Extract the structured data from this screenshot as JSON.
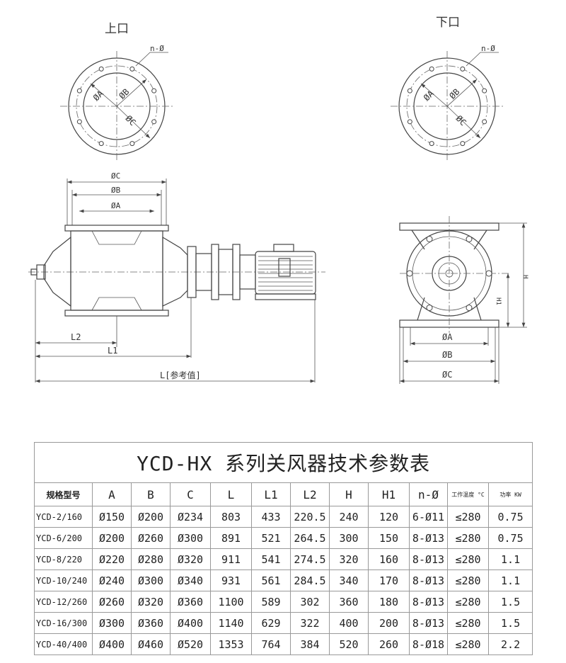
{
  "drawing": {
    "top_port_label": "上口",
    "bottom_port_label": "下口",
    "holes_label": "n-Ø",
    "dia_a": "ØA",
    "dia_b": "ØB",
    "dia_c": "ØC",
    "dim_l": "L[参考值]",
    "dim_l1": "L1",
    "dim_l2": "L2",
    "dim_h": "H",
    "dim_h1": "H1"
  },
  "table": {
    "title": "YCD-HX 系列关风器技术参数表",
    "headers": [
      "规格型号",
      "A",
      "B",
      "C",
      "L",
      "L1",
      "L2",
      "H",
      "H1",
      "n-Ø",
      "工作温度 °C",
      "功率 KW"
    ],
    "rows": [
      [
        "YCD-2/160",
        "Ø150",
        "Ø200",
        "Ø234",
        "803",
        "433",
        "220.5",
        "240",
        "120",
        "6-Ø11",
        "≤280",
        "0.75"
      ],
      [
        "YCD-6/200",
        "Ø200",
        "Ø260",
        "Ø300",
        "891",
        "521",
        "264.5",
        "300",
        "150",
        "8-Ø13",
        "≤280",
        "0.75"
      ],
      [
        "YCD-8/220",
        "Ø220",
        "Ø280",
        "Ø320",
        "911",
        "541",
        "274.5",
        "320",
        "160",
        "8-Ø13",
        "≤280",
        "1.1"
      ],
      [
        "YCD-10/240",
        "Ø240",
        "Ø300",
        "Ø340",
        "931",
        "561",
        "284.5",
        "340",
        "170",
        "8-Ø13",
        "≤280",
        "1.1"
      ],
      [
        "YCD-12/260",
        "Ø260",
        "Ø320",
        "Ø360",
        "1100",
        "589",
        "302",
        "360",
        "180",
        "8-Ø13",
        "≤280",
        "1.5"
      ],
      [
        "YCD-16/300",
        "Ø300",
        "Ø360",
        "Ø400",
        "1140",
        "629",
        "322",
        "400",
        "200",
        "8-Ø13",
        "≤280",
        "1.5"
      ],
      [
        "YCD-40/400",
        "Ø400",
        "Ø460",
        "Ø520",
        "1353",
        "764",
        "384",
        "520",
        "260",
        "8-Ø18",
        "≤280",
        "2.2"
      ]
    ]
  }
}
